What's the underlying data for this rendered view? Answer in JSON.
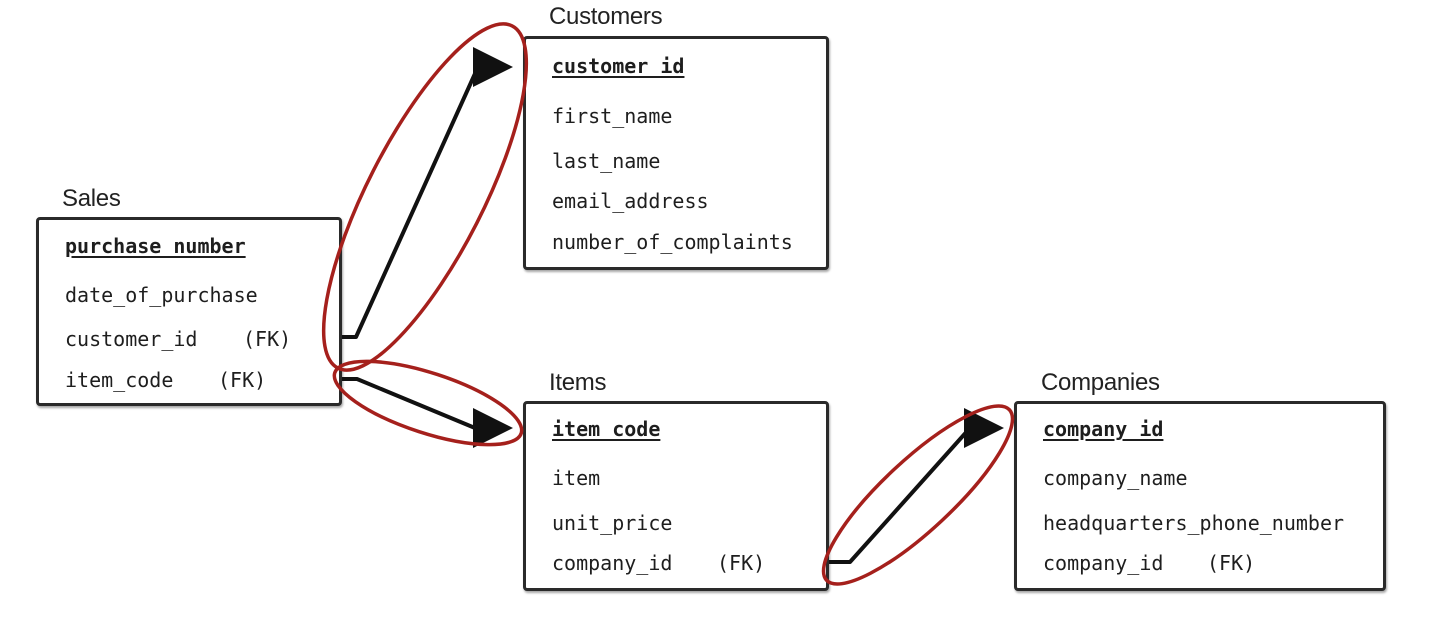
{
  "tables": {
    "sales": {
      "title": "Sales",
      "pk": "purchase_number",
      "fields": [
        "date_of_purchase",
        "customer_id",
        "item_code"
      ],
      "fk_labels": [
        "(FK)",
        "(FK)"
      ]
    },
    "customers": {
      "title": "Customers",
      "pk": "customer_id",
      "fields": [
        "first_name",
        "last_name",
        "email_address",
        "number_of_complaints"
      ]
    },
    "items": {
      "title": "Items",
      "pk": "item_code",
      "fields": [
        "item",
        "unit_price",
        "company_id"
      ],
      "fk_labels": [
        "(FK)"
      ]
    },
    "companies": {
      "title": "Companies",
      "pk": "company_id",
      "fields": [
        "company_name",
        "headquarters_phone_number",
        "company_id"
      ],
      "fk_labels": [
        "(FK)"
      ]
    }
  },
  "colors": {
    "ink": "#1e1e1e",
    "highlight": "#a5201c"
  }
}
